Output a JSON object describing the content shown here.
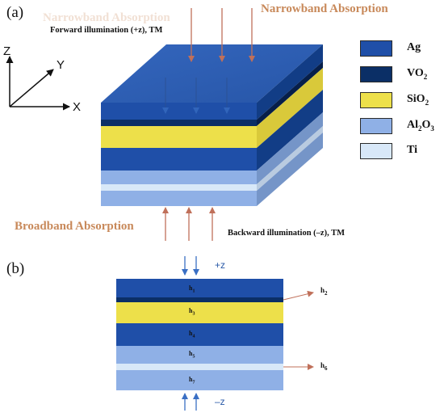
{
  "panel_a": {
    "label": "(a)",
    "faded_text": "Narrowband Absorption",
    "narrowband_title": "Narrowband Absorption",
    "forward_caption": "Forward illumination (+z), TM",
    "broadband_title": "Broadband Absorption",
    "backward_caption": "Backward illumination (–z), TM",
    "axes": {
      "z": "Z",
      "y": "Y",
      "x": "X"
    }
  },
  "legend": [
    {
      "label": "Ag",
      "sub": "",
      "color": "#1f4fa8"
    },
    {
      "label": "VO",
      "sub": "2",
      "color": "#0b2f66"
    },
    {
      "label": "SiO",
      "sub": "2",
      "color": "#ede04a"
    },
    {
      "label": "Al",
      "sub": "2",
      "label2": "O",
      "sub2": "3",
      "color": "#8fb0e6"
    },
    {
      "label": "Ti",
      "sub": "",
      "color": "#d8e8f8"
    }
  ],
  "panel_b": {
    "label": "(b)",
    "plus_z": "+z",
    "minus_z": "–z",
    "layers": [
      {
        "id": "h1",
        "name": "h",
        "sub": "1",
        "material": "Ag"
      },
      {
        "id": "h2",
        "name": "h",
        "sub": "2",
        "material": "VO2"
      },
      {
        "id": "h3",
        "name": "h",
        "sub": "3",
        "material": "SiO2"
      },
      {
        "id": "h4",
        "name": "h",
        "sub": "4",
        "material": "Ag"
      },
      {
        "id": "h5",
        "name": "h",
        "sub": "5",
        "material": "Al2O3"
      },
      {
        "id": "h6",
        "name": "h",
        "sub": "6",
        "material": "Ti"
      },
      {
        "id": "h7",
        "name": "h",
        "sub": "7",
        "material": "Al2O3"
      }
    ]
  },
  "colors": {
    "ag": "#1f4fa8",
    "ag_dark": "#123d86",
    "vo2": "#0b2f66",
    "sio2": "#ede04a",
    "al2o3": "#8fb0e6",
    "ti": "#d8e8f8",
    "arrow_red": "#c0705a",
    "arrow_blue": "#3a6fc4"
  }
}
